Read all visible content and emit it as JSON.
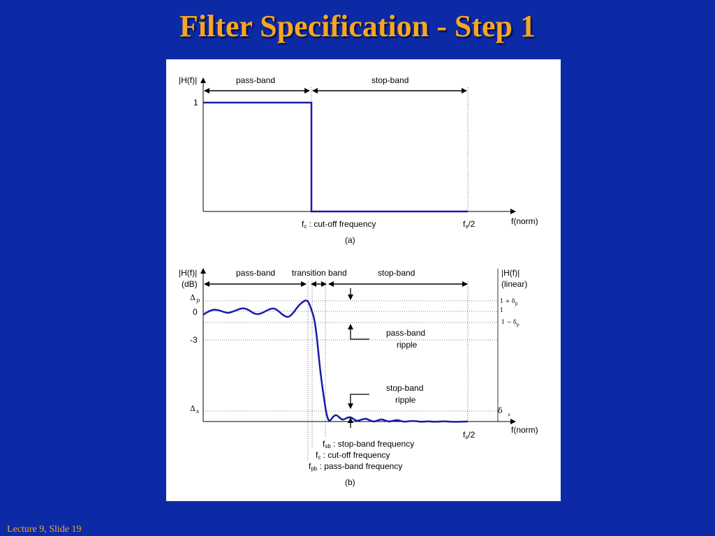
{
  "slide": {
    "title": "Filter Specification - Step 1",
    "footer": "Lecture 9, Slide 19"
  },
  "colors": {
    "background": "#0d2aa6",
    "title": "#f5a623",
    "curve": "#1a1aa8"
  },
  "diagram_a": {
    "y_axis_label": "|H(f)|",
    "passband_label": "pass-band",
    "stopband_label": "stop-band",
    "tick_one": "1",
    "fc_sym": "f",
    "fc_sub": "c",
    "fc_text": " : cut-off frequency",
    "fs_sym": "f",
    "fs_sub": "s",
    "fs_text": "/2",
    "x_axis_label": "f(norm)",
    "caption": "(a)"
  },
  "diagram_b": {
    "y_axis_label_1": "|H(f)|",
    "y_axis_label_2": "(dB)",
    "right_axis_label_1": "|H(f)|",
    "right_axis_label_2": "(linear)",
    "passband_label": "pass-band",
    "transition_label": "transition band",
    "stopband_label": "stop-band",
    "delta_p": "Δ",
    "delta_p_sub": "p",
    "tick_zero": "0",
    "tick_minus3": "-3",
    "delta_s": "Δ",
    "delta_s_sub": "s",
    "lin_upper": "1 + δ",
    "lin_upper_sub": "p",
    "lin_one": "1",
    "lin_lower": "1 − δ",
    "lin_lower_sub": "p",
    "lin_delta_s": "δ",
    "lin_delta_s_sub": "s",
    "pb_ripple_1": "pass-band",
    "pb_ripple_2": "ripple",
    "sb_ripple_1": "stop-band",
    "sb_ripple_2": "ripple",
    "fs_sym": "f",
    "fs_sub": "s",
    "fs_text": "/2",
    "x_axis_label": "f(norm)",
    "fsb_sym": "f",
    "fsb_sub": "sb",
    "fsb_text": " : stop-band  frequency",
    "fc_sym": "f",
    "fc_sub": "c",
    "fc_text": " : cut-off frequency",
    "fpb_sym": "f",
    "fpb_sub": "pb",
    "fpb_text": " : pass-band frequency",
    "caption": "(b)"
  }
}
